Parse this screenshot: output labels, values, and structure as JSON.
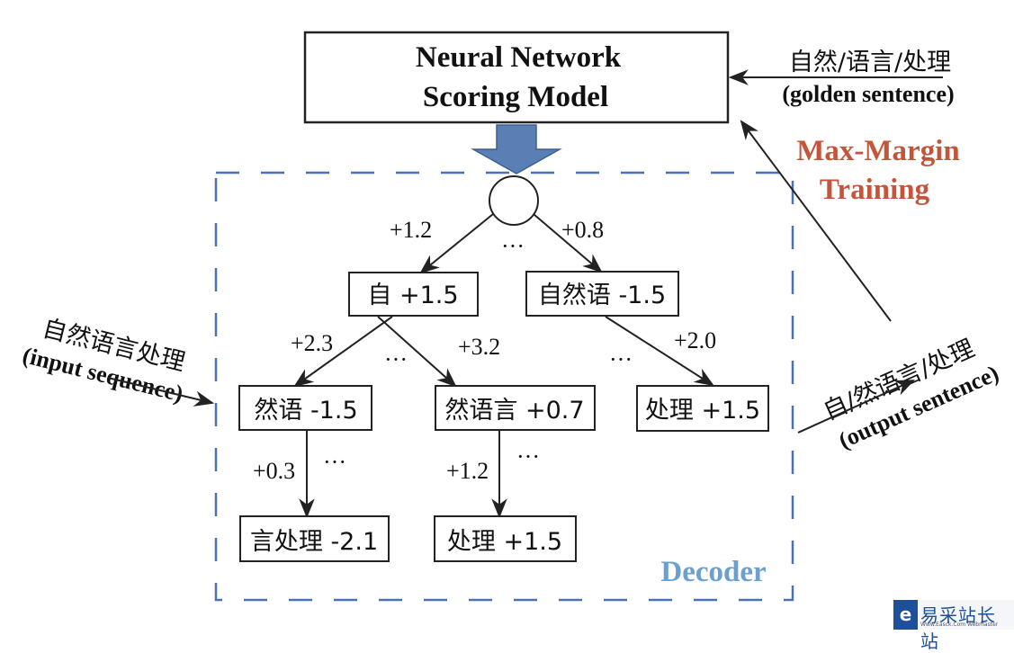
{
  "scoring_model": {
    "line1": "Neural Network",
    "line2": "Scoring Model"
  },
  "golden": {
    "chars": "自然/语言/处理",
    "label": "(golden sentence)"
  },
  "training": {
    "line1": "Max-Margin",
    "line2": "Training"
  },
  "input": {
    "chars": "自然语言处理",
    "label": "(input sequence)"
  },
  "output": {
    "chars": "自/然语言/处理",
    "label": "(output sentence)"
  },
  "decoder_label": "Decoder",
  "ellipsis": "···",
  "nodes": {
    "n1": "自 +1.5",
    "n2": "自然语 -1.5",
    "n3": "然语 -1.5",
    "n4": "然语言 +0.7",
    "n5": "处理 +1.5",
    "n6": "言处理 -2.1",
    "n7": "处理 +1.5"
  },
  "edges": {
    "root_n1": "+1.2",
    "root_n2": "+0.8",
    "n1_n3": "+2.3",
    "n1_n4": "+3.2",
    "n2_n5": "+2.0",
    "n3_n6": "+0.3",
    "n4_n7": "+1.2"
  },
  "colors": {
    "decoder_border": "#4a72b0",
    "big_arrow": "#5a7fb5",
    "max_margin": "#c4553a",
    "decoder_text": "#6a9fd0"
  },
  "watermark": {
    "logo": "e",
    "text": "易采站长站",
    "sub": "Www.Easck.Com Webmaster"
  }
}
